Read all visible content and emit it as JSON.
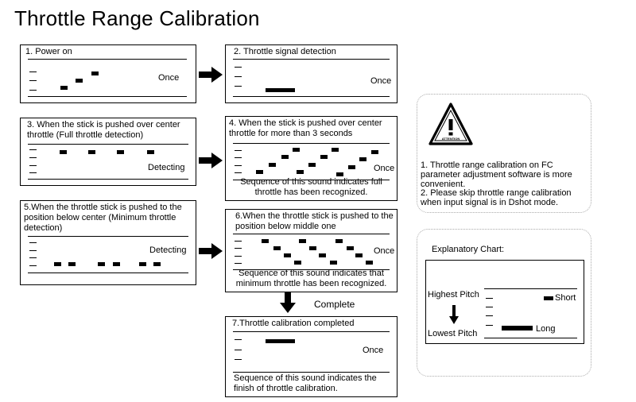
{
  "title": "Throttle Range Calibration",
  "steps": [
    {
      "caption": "1. Power on",
      "tag": "Once",
      "footer": ""
    },
    {
      "caption": "2. Throttle signal detection",
      "tag": "Once",
      "footer": ""
    },
    {
      "caption": "3. When the stick is pushed over center throttle  (Full throttle detection)",
      "tag": "Detecting",
      "footer": ""
    },
    {
      "caption": "4. When the stick is pushed over center throttle for more than 3 seconds",
      "tag": "Once",
      "footer": "Sequence of this sound indicates full throttle has been recognized."
    },
    {
      "caption": "5.When the throttle stick is pushed to the position below center (Minimum throttle detection)",
      "tag": "Detecting",
      "footer": ""
    },
    {
      "caption": "6.When the throttle stick is pushed to the position below middle one",
      "tag": "Once",
      "footer": "Sequence of this sound indicates that minimum throttle has been recognized."
    },
    {
      "caption": "7.Throttle calibration completed",
      "tag": "Once",
      "footer": "Sequence of this sound indicates the finish of throttle calibration."
    }
  ],
  "complete_label": "Complete",
  "attention": {
    "icon_text": "ATTENTION",
    "note1": "1. Throttle range calibration on FC parameter adjustment software is more convenient.",
    "note2": "2. Please skip throttle range calibration when input signal is in Dshot mode."
  },
  "explanatory": {
    "title": "Explanatory Chart:",
    "highest": "Highest Pitch",
    "lowest": "Lowest Pitch",
    "short": "Short",
    "long": "Long"
  }
}
